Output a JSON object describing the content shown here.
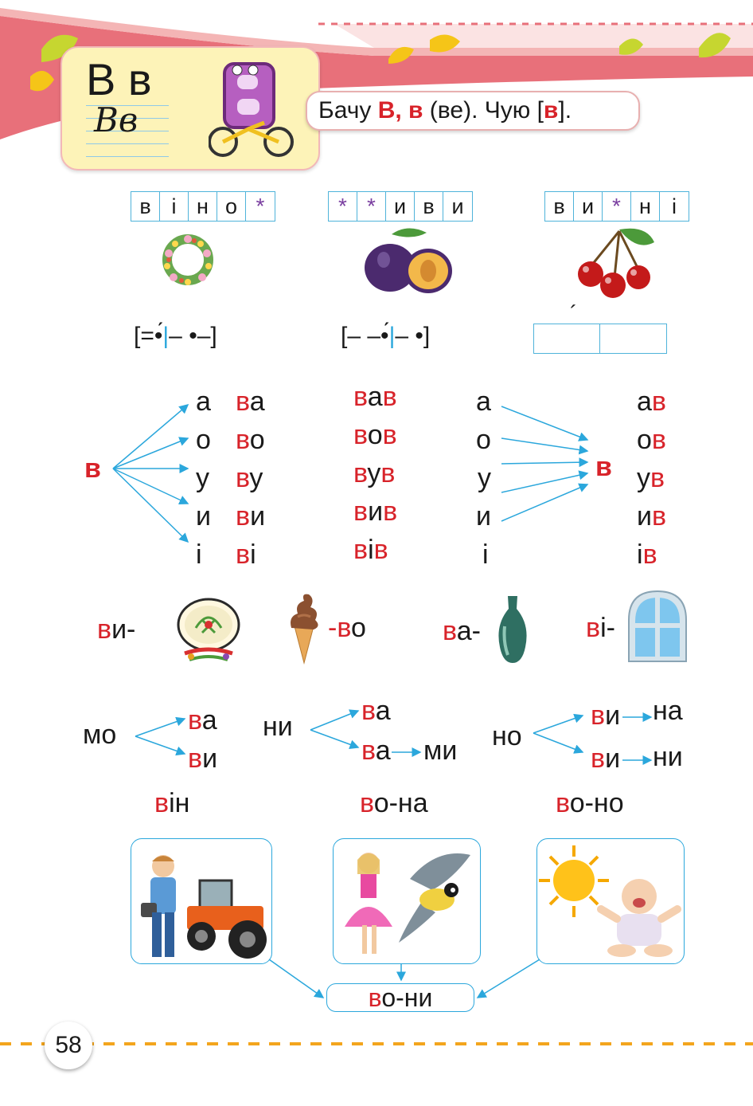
{
  "header": {
    "letter_upper": "В",
    "letter_lower": "в",
    "script_upper": "В",
    "script_lower": "в",
    "bubble": {
      "p1": "Бачу ",
      "p2": "В, в",
      "p3": " (ве).  Чую [",
      "p4": "в",
      "p5": "]."
    }
  },
  "words": [
    {
      "cells": [
        "в",
        "і",
        "н",
        "о",
        "*"
      ]
    },
    {
      "cells": [
        "*",
        "*",
        "и",
        "в",
        "и"
      ]
    },
    {
      "cells": [
        "в",
        "и",
        "*",
        "н",
        "і"
      ]
    }
  ],
  "schemes": {
    "s1": {
      "a": "[=",
      "b": "•́",
      "c": "|",
      "d": "–  •–]"
    },
    "s2": {
      "a": "[– –",
      "b": "•́",
      "c": "|",
      "d": "–  •]"
    },
    "stress": "´"
  },
  "syllables": {
    "left_consonant": "в",
    "vowels_left": [
      "а",
      "о",
      "у",
      "и",
      "і"
    ],
    "cv": [
      {
        "c": "в",
        "v": "а"
      },
      {
        "c": "в",
        "v": "о"
      },
      {
        "c": "в",
        "v": "у"
      },
      {
        "c": "в",
        "v": "и"
      },
      {
        "c": "в",
        "v": "і"
      }
    ],
    "cvc": [
      {
        "c1": "в",
        "v": "а",
        "c2": "в"
      },
      {
        "c1": "в",
        "v": "о",
        "c2": "в"
      },
      {
        "c1": "в",
        "v": "у",
        "c2": "в"
      },
      {
        "c1": "в",
        "v": "и",
        "c2": "в"
      },
      {
        "c1": "в",
        "v": "і",
        "c2": "в"
      }
    ],
    "vowels_right": [
      "а",
      "о",
      "у",
      "и",
      "і"
    ],
    "right_consonant": "в",
    "vc": [
      {
        "v": "а",
        "c": "в"
      },
      {
        "v": "о",
        "c": "в"
      },
      {
        "v": "у",
        "c": "в"
      },
      {
        "v": "и",
        "c": "в"
      },
      {
        "v": "і",
        "c": "в"
      }
    ]
  },
  "puzzles": {
    "p1": {
      "c": "в",
      "rest": "и-"
    },
    "p2": {
      "dash": "-",
      "c": "в",
      "rest": "о"
    },
    "p3": {
      "c": "в",
      "rest": "а-"
    },
    "p4": {
      "c": "в",
      "rest": "і-"
    }
  },
  "chains": {
    "mo": {
      "base": "мо",
      "a": {
        "c": "в",
        "v": "а"
      },
      "b": {
        "c": "в",
        "v": "и"
      }
    },
    "ny": {
      "base": "ни",
      "a": {
        "c": "в",
        "v": "а"
      },
      "b": {
        "c": "в",
        "v": "а"
      },
      "suffix": "ми"
    },
    "no": {
      "base": "но",
      "a": {
        "c": "в",
        "v": "и"
      },
      "a_suffix": "на",
      "b": {
        "c": "в",
        "v": "и"
      },
      "b_suffix": "ни"
    }
  },
  "pronouns": {
    "vin": {
      "c": "в",
      "rest": "ін"
    },
    "vona": {
      "c": "в",
      "rest": "о-на"
    },
    "vono": {
      "c": "в",
      "rest": "о-но"
    },
    "vony": {
      "c": "в",
      "rest": "о-ни"
    }
  },
  "page_number": "58",
  "colors": {
    "accent_red": "#d8232a",
    "line_blue": "#2ba7dc",
    "star_purple": "#7a3fa0",
    "card_yellow": "#fdf3b8",
    "dash_orange": "#f3a51d"
  }
}
